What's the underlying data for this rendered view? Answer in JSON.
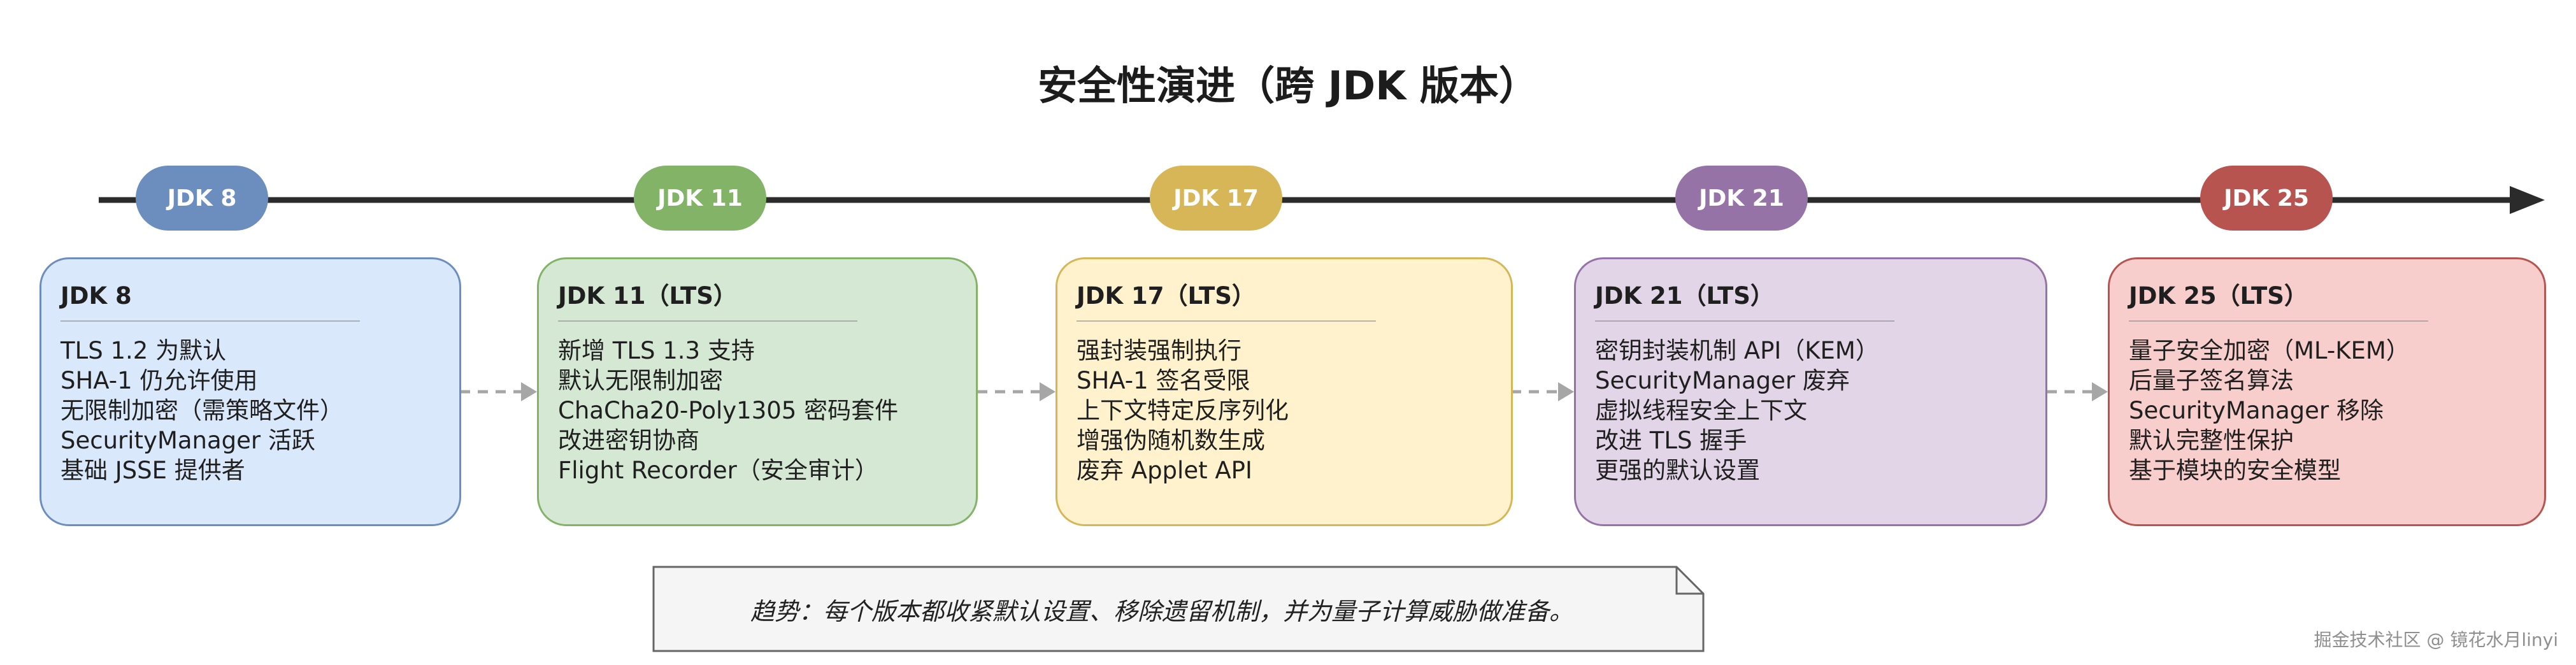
{
  "title": "安全性演进（跨 JDK 版本）",
  "milestones": [
    {
      "label": "JDK 8",
      "color": "#6c8ebf"
    },
    {
      "label": "JDK 11",
      "color": "#82b366"
    },
    {
      "label": "JDK 17",
      "color": "#d6b656"
    },
    {
      "label": "JDK 21",
      "color": "#9673a6"
    },
    {
      "label": "JDK 25",
      "color": "#b85450"
    }
  ],
  "cards": [
    {
      "heading": "JDK 8",
      "fill": "#dae8fc",
      "stroke": "#6c8ebf",
      "items": [
        "TLS 1.2 为默认",
        "SHA-1 仍允许使用",
        "无限制加密（需策略文件）",
        "SecurityManager 活跃",
        "基础 JSSE 提供者"
      ]
    },
    {
      "heading": "JDK 11（LTS）",
      "fill": "#d5e8d4",
      "stroke": "#82b366",
      "items": [
        "新增 TLS 1.3 支持",
        "默认无限制加密",
        "ChaCha20-Poly1305 密码套件",
        "改进密钥协商",
        "Flight Recorder（安全审计）"
      ]
    },
    {
      "heading": "JDK 17（LTS）",
      "fill": "#fff2cc",
      "stroke": "#d6b656",
      "items": [
        "强封装强制执行",
        "SHA-1 签名受限",
        "上下文特定反序列化",
        "增强伪随机数生成",
        "废弃 Applet API"
      ]
    },
    {
      "heading": "JDK 21（LTS）",
      "fill": "#e1d5e7",
      "stroke": "#9673a6",
      "items": [
        "密钥封装机制 API（KEM）",
        "SecurityManager 废弃",
        "虚拟线程安全上下文",
        "改进 TLS 握手",
        "更强的默认设置"
      ]
    },
    {
      "heading": "JDK 25（LTS）",
      "fill": "#f8cecc",
      "stroke": "#b85450",
      "items": [
        "量子安全加密（ML-KEM）",
        "后量子签名算法",
        "SecurityManager 移除",
        "默认完整性保护",
        "基于模块的安全模型"
      ]
    }
  ],
  "note": "趋势：每个版本都收紧默认设置、移除遗留机制，并为量子计算威胁做准备。",
  "watermark": "掘金技术社区 @ 镜花水月linyi"
}
